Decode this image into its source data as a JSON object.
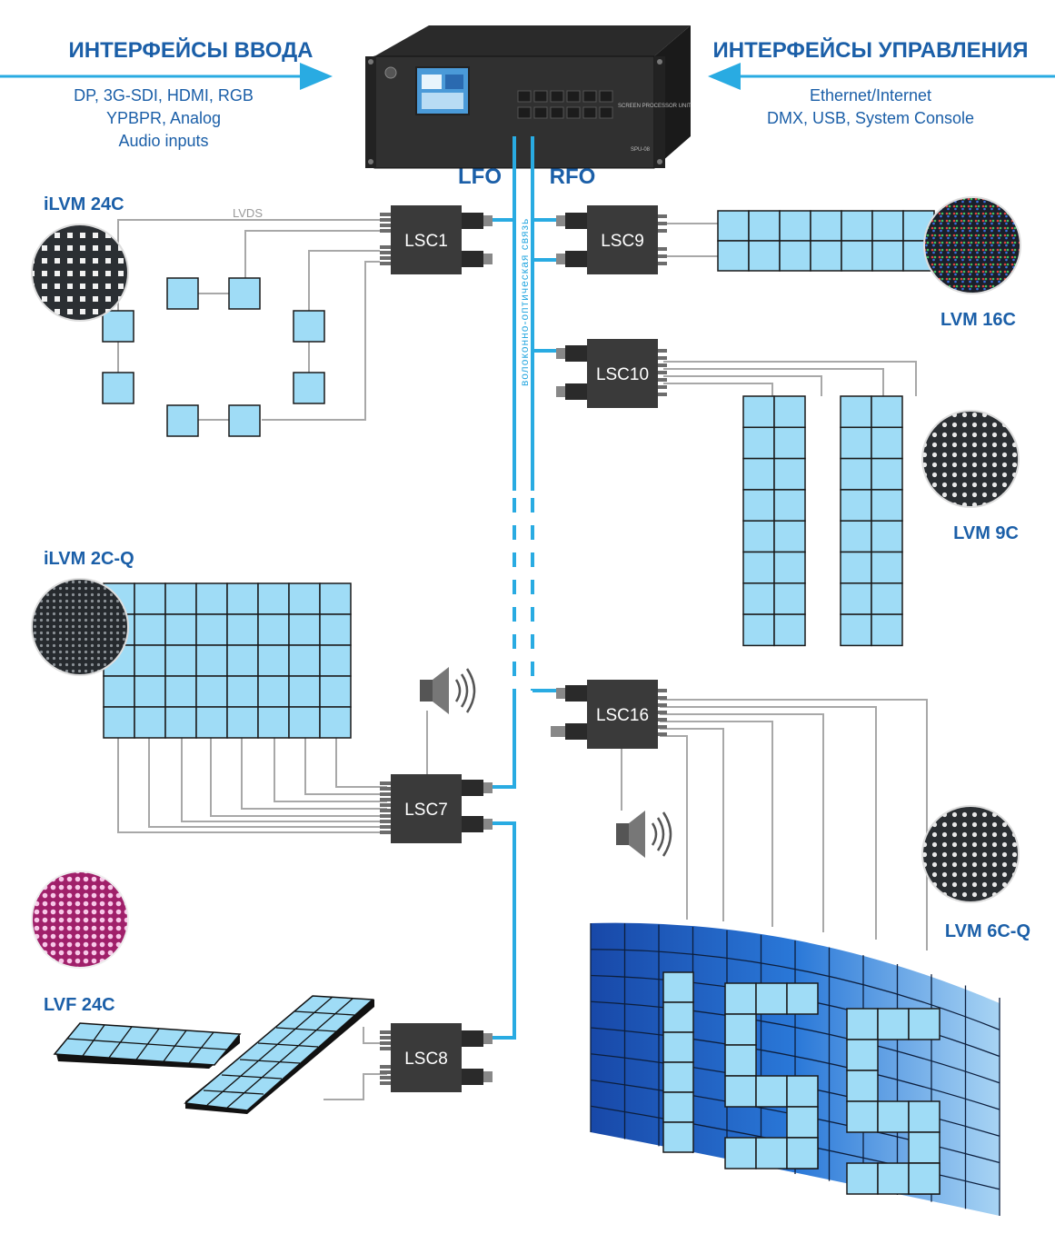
{
  "header": {
    "input_title": "ИНТЕРФЕЙСЫ ВВОДА",
    "input_lines": [
      "DP, 3G-SDI, HDMI, RGB",
      "YPBPR, Analog",
      "Audio inputs"
    ],
    "control_title": "ИНТЕРФЕЙСЫ УПРАВЛЕНИЯ",
    "control_lines": [
      "Ethernet/Internet",
      "DMX, USB, System Console"
    ]
  },
  "device": {
    "brand_text": "SCREEN PROCESSOR UNIT",
    "model_text": "SPU-08"
  },
  "fiber": {
    "left_label": "LFO",
    "right_label": "RFO",
    "vertical_label": "волоконно-оптическая связь"
  },
  "controllers": [
    "LSC1",
    "LSC9",
    "LSC10",
    "LSC16",
    "LSC7",
    "LSC8"
  ],
  "link_label": "LVDS",
  "modules": {
    "ilvm24c": "iLVM 24C",
    "lvm16c": "LVM 16C",
    "lvm9c": "LVM 9C",
    "ilvm2cq": "iLVM 2C-Q",
    "lvm6cq": "LVM 6C-Q",
    "lvf24c": "LVF 24C"
  },
  "colors": {
    "accent": "#1b5fa8",
    "fiber": "#29abe2",
    "tile": "#9fdcf6",
    "controller": "#3a3a3a"
  },
  "icons": [
    "speaker-icon",
    "speaker-icon"
  ]
}
